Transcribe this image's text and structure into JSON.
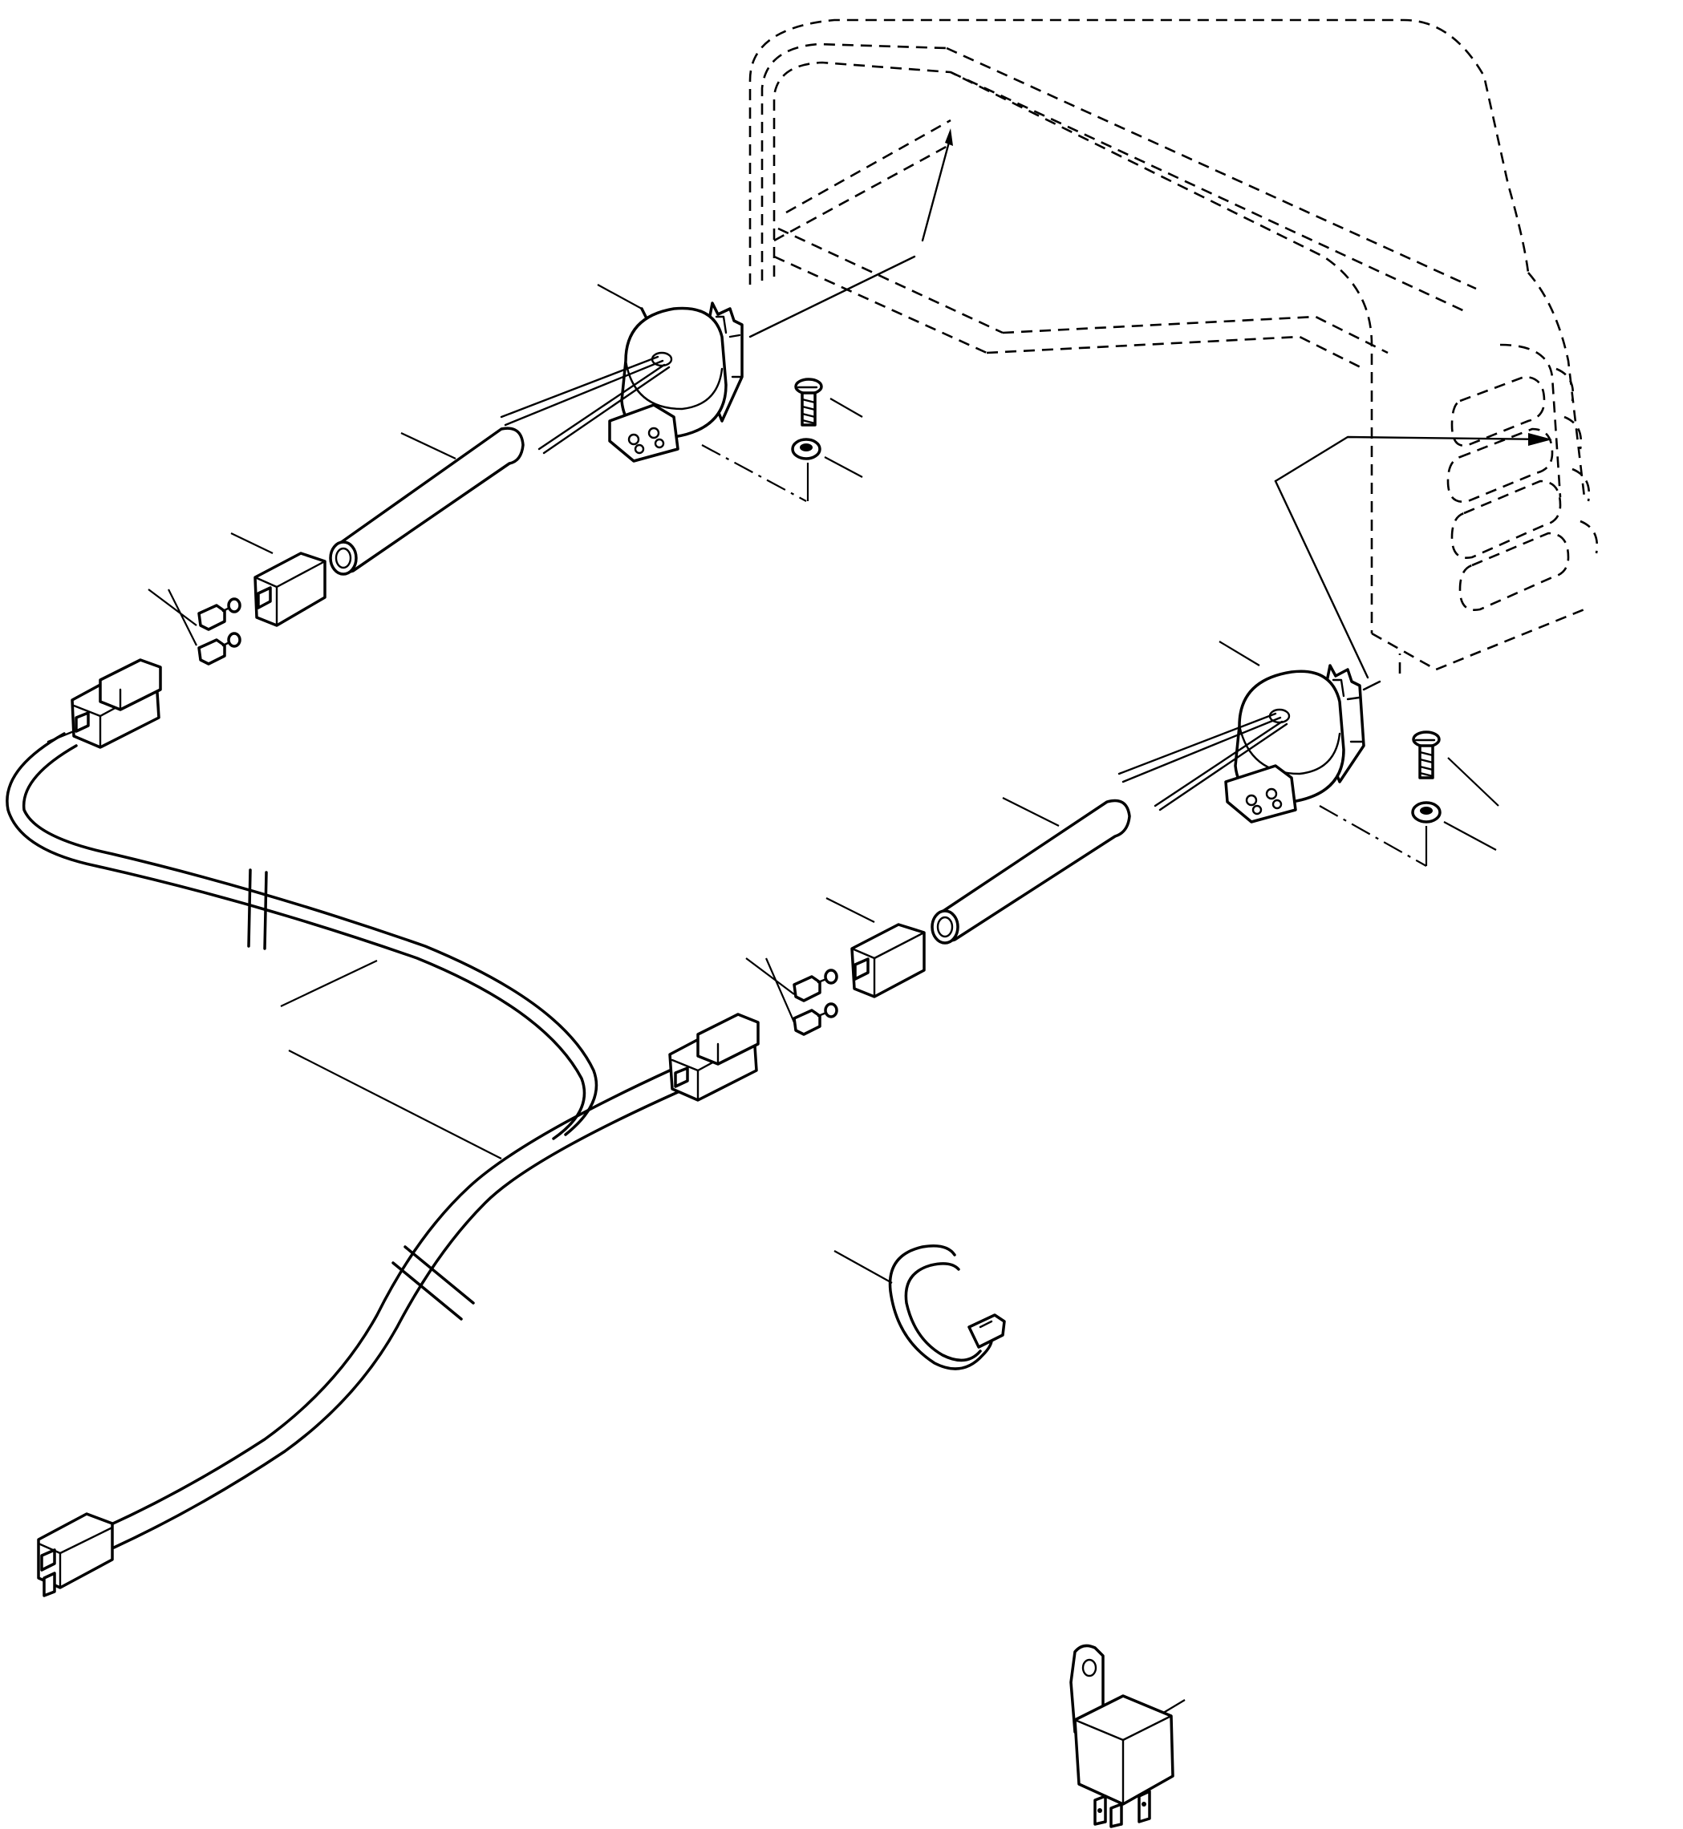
{
  "diagram": {
    "type": "exploded-parts-view",
    "labels": [],
    "parts": [
      {
        "id": "housing",
        "icon": "housing-outline-icon"
      },
      {
        "id": "beacon-lamp-upper",
        "icon": "beacon-lamp-icon"
      },
      {
        "id": "beacon-lamp-lower",
        "icon": "beacon-lamp-icon"
      },
      {
        "id": "tube-upper",
        "icon": "tube-icon"
      },
      {
        "id": "tube-lower",
        "icon": "tube-icon"
      },
      {
        "id": "connector-housing-upper",
        "icon": "connector-icon"
      },
      {
        "id": "connector-housing-lower",
        "icon": "connector-icon"
      },
      {
        "id": "terminals-upper",
        "icon": "terminal-icon"
      },
      {
        "id": "terminals-lower",
        "icon": "terminal-icon"
      },
      {
        "id": "screw-upper",
        "icon": "screw-icon"
      },
      {
        "id": "screw-lower",
        "icon": "screw-icon"
      },
      {
        "id": "washer-upper",
        "icon": "washer-icon"
      },
      {
        "id": "washer-lower",
        "icon": "washer-icon"
      },
      {
        "id": "wiring-harness",
        "icon": "cable-icon"
      },
      {
        "id": "cable-tie",
        "icon": "cable-tie-icon"
      },
      {
        "id": "relay",
        "icon": "relay-icon"
      }
    ]
  }
}
